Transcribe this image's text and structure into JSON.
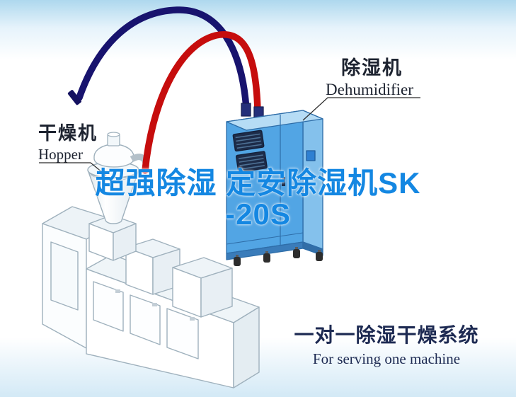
{
  "callouts": {
    "hopper": {
      "label_cn": "干燥机",
      "label_en": "Hopper"
    },
    "dehumidifier": {
      "label_cn": "除湿机",
      "label_en": "Dehumidifier"
    }
  },
  "headline": {
    "line1": "超强除湿 定安除湿机SK",
    "line2": "-20S",
    "color": "#1487e2"
  },
  "caption": {
    "line_cn": "一对一除湿干燥系统",
    "line_en": "For serving one machine",
    "color": "#1d2a52"
  },
  "colors": {
    "background_edge": "#aed8ee",
    "supply_pipe_red": "#c60d0d",
    "return_pipe_navy": "#18136e",
    "dehumidifier_front": "#52a5e4",
    "dehumidifier_side": "#84c1ec",
    "dehumidifier_top": "#b6dcf5",
    "vent_grille": "#1d2c49",
    "machine_outline": "#9fb1bd"
  }
}
